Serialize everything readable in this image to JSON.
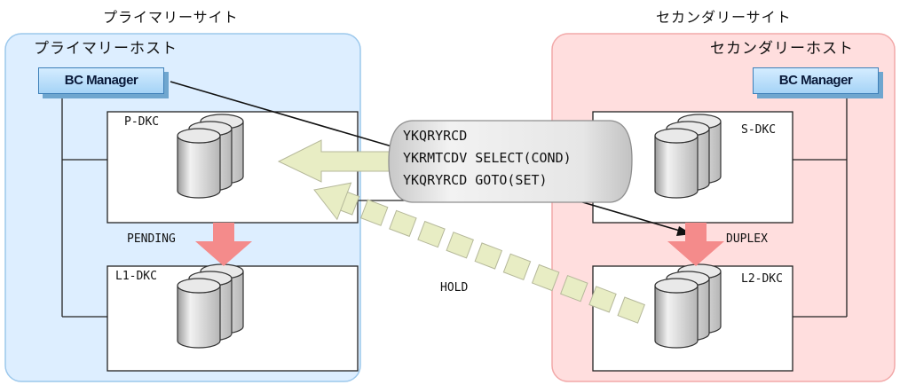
{
  "primary_site": {
    "title": "プライマリーサイト",
    "host_title": "プライマリーホスト",
    "bc_manager": "BC Manager",
    "main_dkc": "P-DKC",
    "local_dkc": "L1-DKC",
    "pair_state": "PENDING"
  },
  "secondary_site": {
    "title": "セカンダリーサイト",
    "host_title": "セカンダリーホスト",
    "bc_manager": "BC Manager",
    "main_dkc": "S-DKC",
    "local_dkc": "L2-DKC",
    "pair_state": "DUPLEX"
  },
  "remote_pair_state": "HOLD",
  "commands": [
    "YKQRYRCD",
    "YKRMTCDV SELECT(COND)",
    "YKQRYRCD GOTO(SET)"
  ],
  "colors": {
    "primary_site_fill": "#ddeeff",
    "primary_site_border": "#9cc8ec",
    "secondary_site_fill": "#ffdede",
    "secondary_site_border": "#f2a8a8",
    "copy_arrow": "#f48b8b",
    "transfer_arrow": "#e8edc4",
    "command_box": "#e1e1e1"
  }
}
